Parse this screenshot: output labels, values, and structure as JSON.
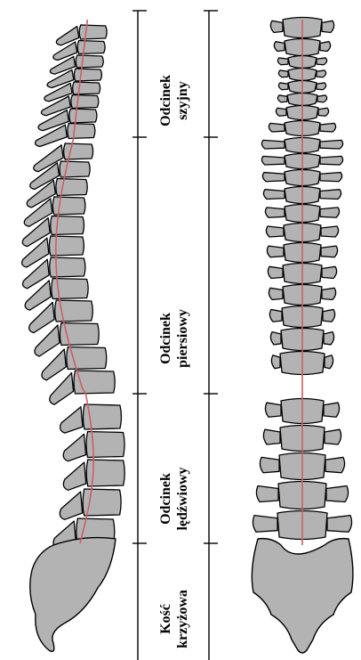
{
  "colors": {
    "bone_fill": "#b3b3b3",
    "bone_stroke": "#000000",
    "spinal_line": "#cc5f60",
    "background": "#ffffff"
  },
  "regions": [
    {
      "id": "cervical",
      "line1": "Odcinek",
      "line2": "szyjny"
    },
    {
      "id": "thoracic",
      "line1": "Odcinek",
      "line2": "piersiowy"
    },
    {
      "id": "lumbar",
      "line1": "Odcinek",
      "line2": "lędźwiowy"
    },
    {
      "id": "sacral",
      "line1": "Kość",
      "line2": "krzyżowa"
    }
  ]
}
